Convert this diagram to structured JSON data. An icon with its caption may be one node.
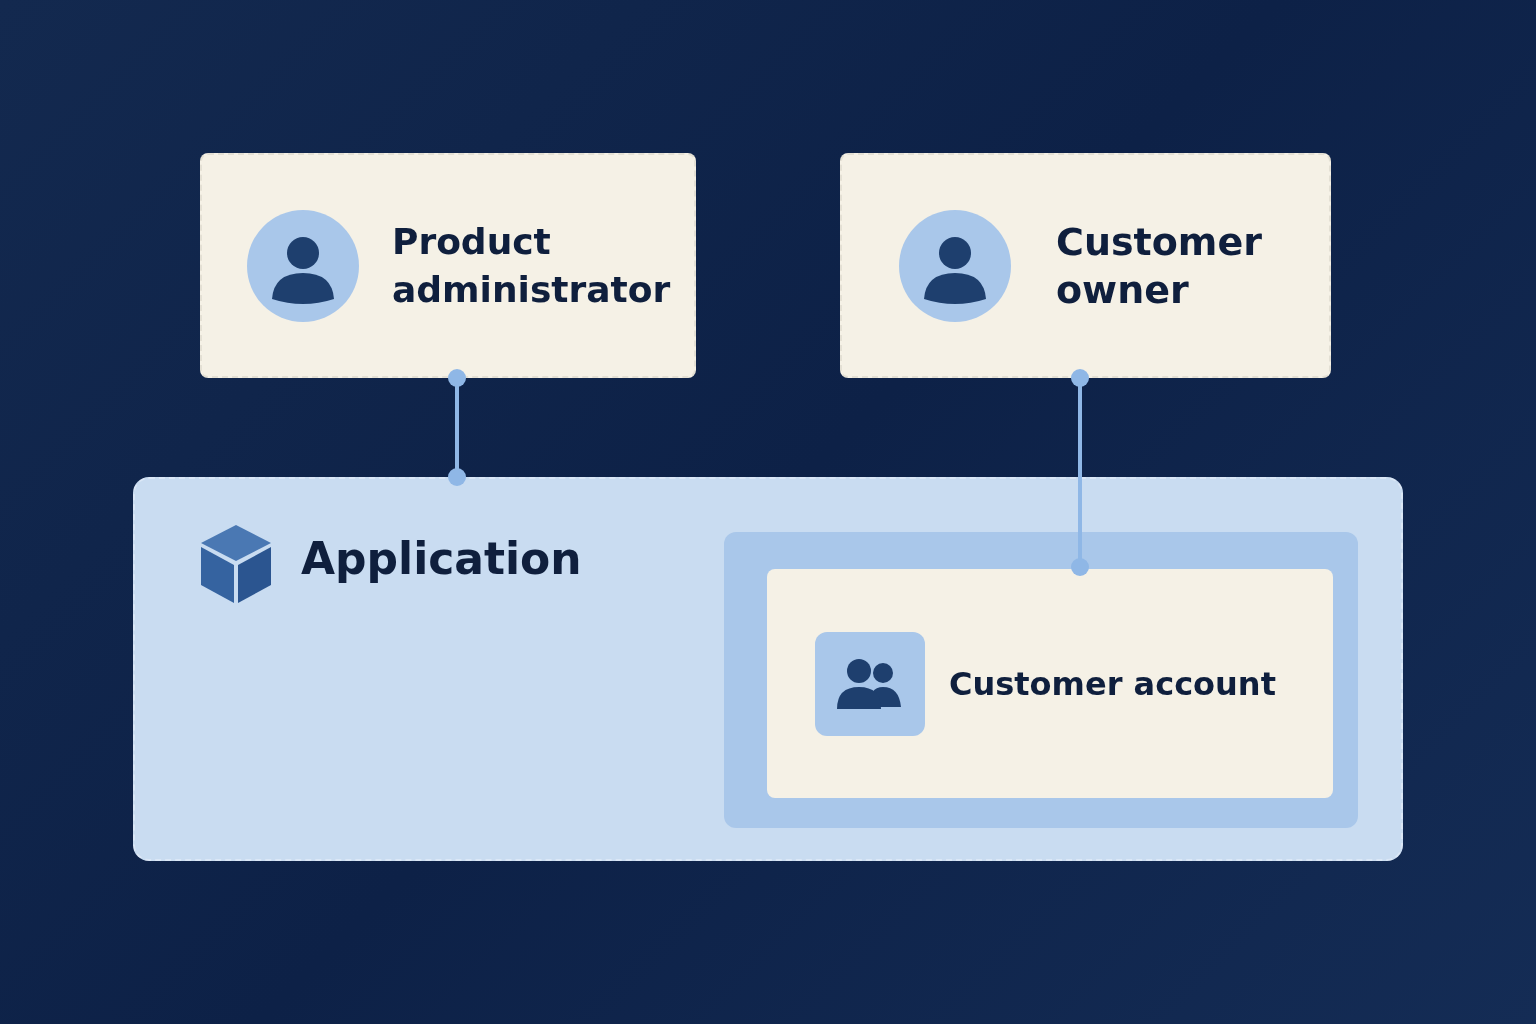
{
  "diagram": {
    "nodes": [
      {
        "text": [
          "Product administrator"
        ]
      },
      {
        "text": [
          "Customer owner"
        ]
      },
      {
        "text": [
          "Application"
        ]
      },
      {
        "text": [],
        "shape": "box",
        "in": 2
      },
      {
        "text": [
          "Customer account"
        ],
        "in": 3
      }
    ],
    "edges": [
      {
        "from": 0,
        "to": 2,
        "arrow": "other"
      },
      {
        "from": 1,
        "to": 4,
        "arrow": "other"
      }
    ]
  }
}
